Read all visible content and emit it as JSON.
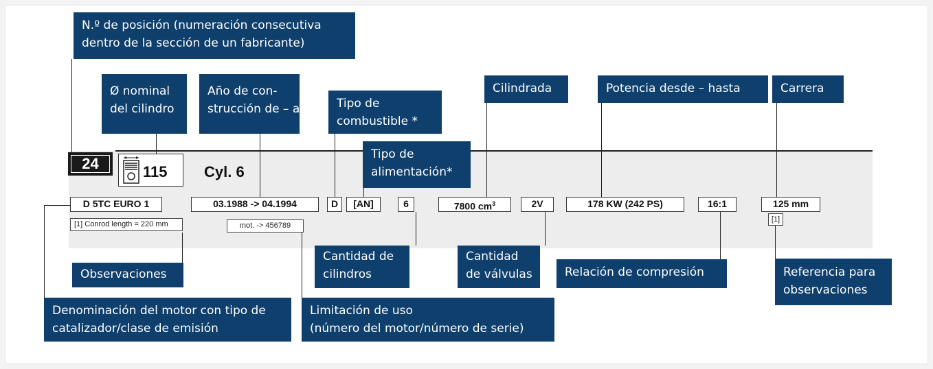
{
  "engine": {
    "position_number": "24",
    "nominal_diameter": "115",
    "cylinders_title": "Cyl. 6",
    "designation": "D 5TC EURO 1",
    "construction_years": "03.1988 -> 04.1994",
    "fuel_type": "D",
    "feed_type": "[AN]",
    "cylinder_count": "6",
    "displacement_value": "7800 cm",
    "displacement_exp": "3",
    "valves": "2V",
    "power": "178 KW (242 PS)",
    "compression": "16:1",
    "stroke": "125 mm",
    "remark_ref": "[1]",
    "remark_text": "[1] Conrod length = 220 mm",
    "usage_limit": "mot. -> 456789"
  },
  "labels": {
    "position": [
      "N.º de posición (numeración consecutiva",
      "dentro de la sección de un fabricante)"
    ],
    "nominal_diameter": [
      "Ø nominal",
      "del cilindro"
    ],
    "construction_year": [
      "Año de con-",
      "strucción de – a"
    ],
    "fuel_type": [
      "Tipo de",
      "combustible *"
    ],
    "feed_type": [
      "Tipo de",
      "alimentación*"
    ],
    "displacement": "Cilindrada",
    "power": "Potencia desde – hasta",
    "stroke": "Carrera",
    "remarks": "Observaciones",
    "cylinder_count": [
      "Cantidad de",
      "cilindros"
    ],
    "valve_count": [
      "Cantidad",
      "de válvulas"
    ],
    "compression": "Relación de compresión",
    "remark_reference": [
      "Referencia para",
      "observaciones"
    ],
    "engine_designation": [
      "Denominación del motor con tipo de",
      "catalizador/clase de emisión"
    ],
    "usage_limit": [
      "Limitación de uso",
      "(número del motor/número de serie)"
    ]
  },
  "colors": {
    "label_bg": "#0f3f6c",
    "label_text": "#ffffff",
    "band_bg": "#ededed"
  }
}
